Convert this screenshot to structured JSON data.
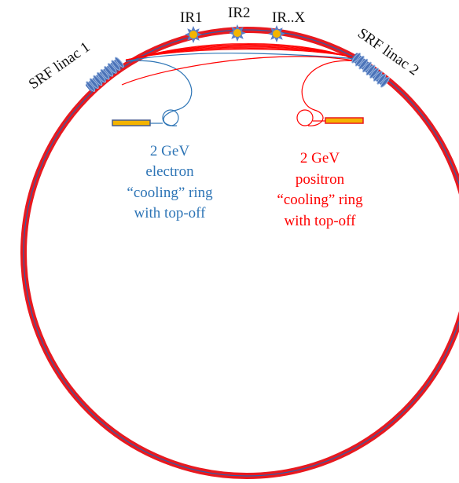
{
  "colors": {
    "ring_outer": "#e8191f",
    "ring_inner": "#2e5fa8",
    "electron": "#2e75b6",
    "positron": "#ff0000",
    "linac_body": "#4a72b8",
    "linac_coil": "#9cb7e0",
    "ir_fill": "#f4b400",
    "ir_star": "#5b7fc7",
    "label_dark": "#111111",
    "injector_fill": "#f4b400",
    "injector_border_left": "#4a5c8a",
    "injector_border_right": "#e8191f"
  },
  "labels": {
    "ir1": "IR1",
    "ir2": "IR2",
    "irx": "IR..X",
    "linac1": "SRF linac 1",
    "linac2": "SRF linac 2"
  },
  "electron_ring": {
    "line1": "2 GeV",
    "line2": "electron",
    "line3": "“cooling” ring",
    "line4": "with top-off"
  },
  "positron_ring": {
    "line1": "2 GeV",
    "line2": "positron",
    "line3": "“cooling” ring",
    "line4": "with top-off"
  },
  "icons": [
    "interaction-point-star-icon",
    "srf-linac-cavity-icon",
    "injector-bar-icon"
  ]
}
